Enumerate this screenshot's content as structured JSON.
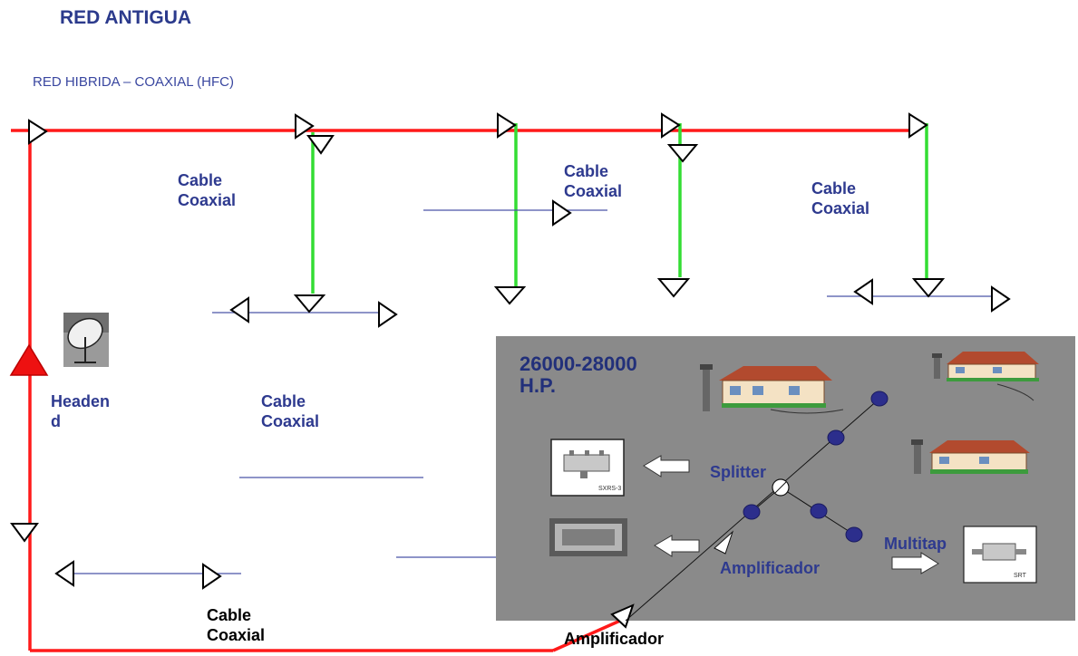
{
  "title": "RED ANTIGUA",
  "subtitle": "RED HIBRIDA – COAXIAL (HFC)",
  "labels": {
    "cable1_line1": "Cable",
    "cable1_line2": "Coaxial",
    "cable2_line1": "Cable",
    "cable2_line2": "Coaxial",
    "cable3_line1": "Cable",
    "cable3_line2": "Coaxial",
    "cable4_line1": "Cable",
    "cable4_line2": "Coaxial",
    "cable5_line1": "Cable",
    "cable5_line2": "Coaxial",
    "headend_line1": "Headen",
    "headend_line2": "d",
    "amplificador_bottom": "Amplificador"
  },
  "panel": {
    "hp_line1": "26000-28000",
    "hp_line2": "H.P.",
    "splitter": "Splitter",
    "amplificador": "Amplificador",
    "multitap": "Multitap",
    "splitter_device_text": "SXRS-3",
    "multitap_device_text": "SRT"
  },
  "colors": {
    "fiber": "#ff1a1a",
    "drop": "#33dd33",
    "coax": "#4a55a8",
    "headend_triangle": "#ee1111",
    "panel_bg": "#8a8a8a",
    "node": "#2c2e8c",
    "label": "#2e3a8f"
  },
  "icons": [
    "satellite-dish-icon",
    "house-icon",
    "splitter-device-icon",
    "amplifier-device-icon",
    "multitap-device-icon",
    "arrow-left-icon",
    "arrow-right-icon",
    "amplifier-triangle-icon"
  ]
}
